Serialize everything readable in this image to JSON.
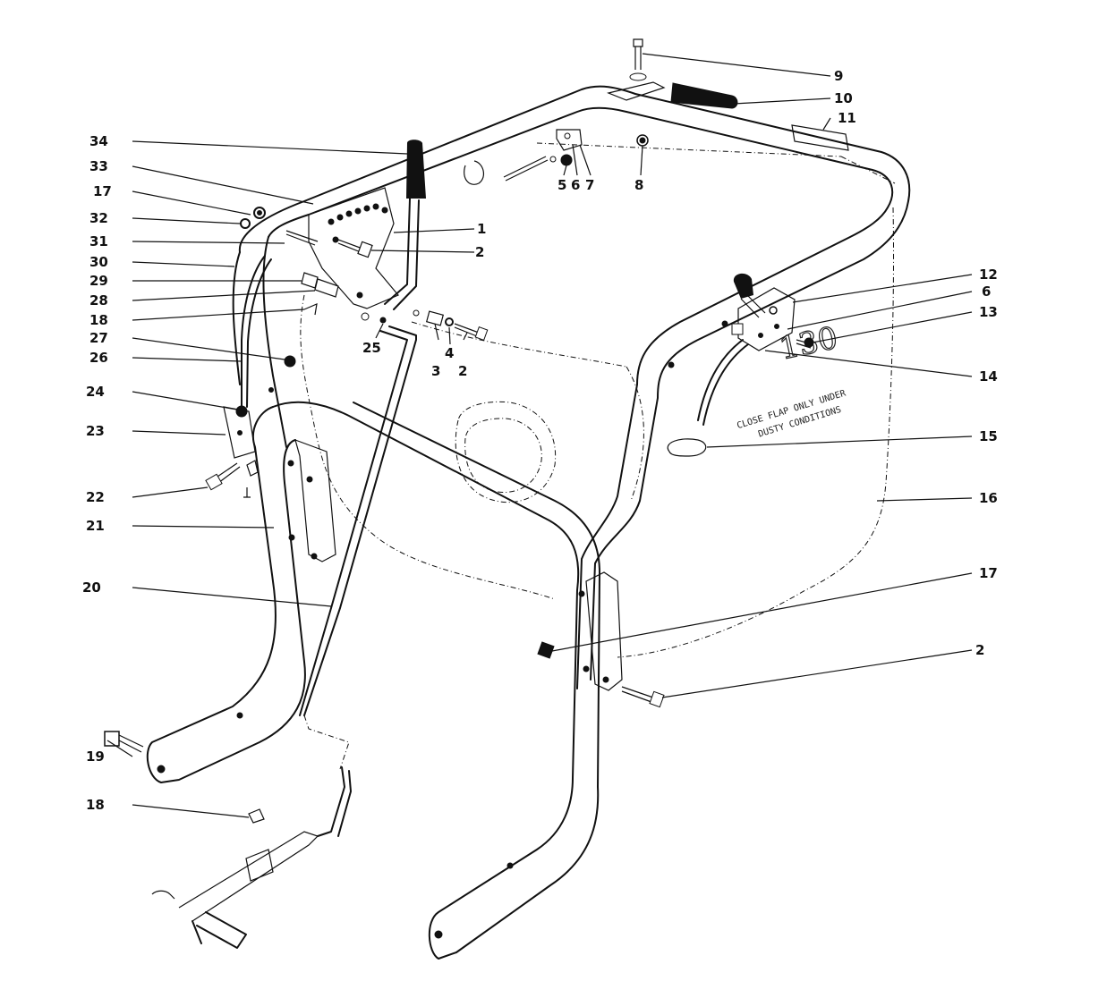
{
  "diagram": {
    "callouts": [
      {
        "id": "c34",
        "text": "34"
      },
      {
        "id": "c33",
        "text": "33"
      },
      {
        "id": "c17a",
        "text": "17"
      },
      {
        "id": "c32",
        "text": "32"
      },
      {
        "id": "c31",
        "text": "31"
      },
      {
        "id": "c30",
        "text": "30"
      },
      {
        "id": "c29",
        "text": "29"
      },
      {
        "id": "c28",
        "text": "28"
      },
      {
        "id": "c18a",
        "text": "18"
      },
      {
        "id": "c27",
        "text": "27"
      },
      {
        "id": "c26",
        "text": "26"
      },
      {
        "id": "c24",
        "text": "24"
      },
      {
        "id": "c23",
        "text": "23"
      },
      {
        "id": "c22",
        "text": "22"
      },
      {
        "id": "c21",
        "text": "21"
      },
      {
        "id": "c20",
        "text": "20"
      },
      {
        "id": "c19",
        "text": "19"
      },
      {
        "id": "c18b",
        "text": "18"
      },
      {
        "id": "c1",
        "text": "1"
      },
      {
        "id": "c2a",
        "text": "2"
      },
      {
        "id": "c25",
        "text": "25"
      },
      {
        "id": "c3",
        "text": "3"
      },
      {
        "id": "c4",
        "text": "4"
      },
      {
        "id": "c2b",
        "text": "2"
      },
      {
        "id": "c5",
        "text": "5"
      },
      {
        "id": "c6a",
        "text": "6"
      },
      {
        "id": "c7",
        "text": "7"
      },
      {
        "id": "c8",
        "text": "8"
      },
      {
        "id": "c9",
        "text": "9"
      },
      {
        "id": "c10",
        "text": "10"
      },
      {
        "id": "c11",
        "text": "11"
      },
      {
        "id": "c12",
        "text": "12"
      },
      {
        "id": "c6b",
        "text": "6"
      },
      {
        "id": "c13",
        "text": "13"
      },
      {
        "id": "c14",
        "text": "14"
      },
      {
        "id": "c15",
        "text": "15"
      },
      {
        "id": "c16",
        "text": "16"
      },
      {
        "id": "c17b",
        "text": "17"
      },
      {
        "id": "c2c",
        "text": "2"
      }
    ],
    "decal_lines": [
      "CLOSE FLAP ONLY UNDER",
      "DUSTY CONDITIONS"
    ],
    "decal_logo": "130"
  }
}
